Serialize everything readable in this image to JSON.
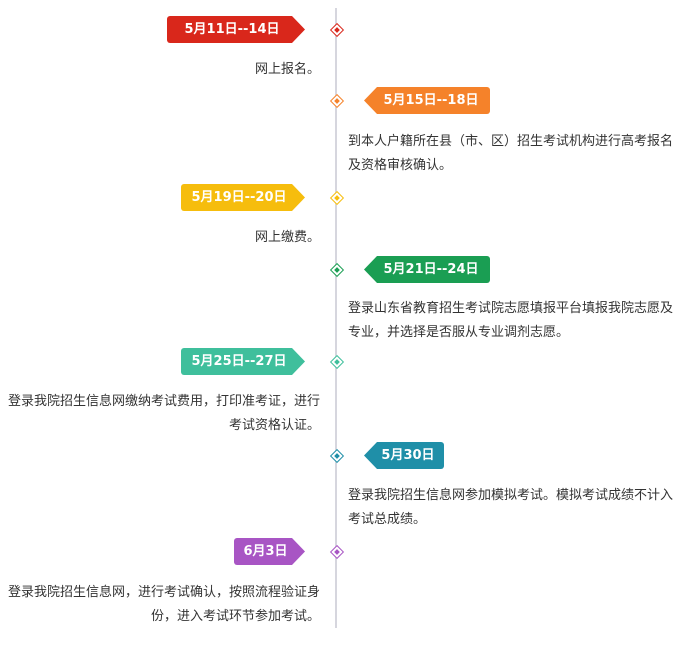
{
  "timeline": {
    "events": [
      {
        "date": "5月11日--14日",
        "text": "网上报名。",
        "color": "#d9271b"
      },
      {
        "date": "5月15日--18日",
        "text": "到本人户籍所在县（市、区）招生考试机构进行高考报名及资格审核确认。",
        "color": "#f5822a"
      },
      {
        "date": "5月19日--20日",
        "text": "网上缴费。",
        "color": "#f6bd0d"
      },
      {
        "date": "5月21日--24日",
        "text": "登录山东省教育招生考试院志愿填报平台填报我院志愿及专业，并选择是否服从专业调剂志愿。",
        "color": "#1a9e53"
      },
      {
        "date": "5月25日--27日",
        "text": "登录我院招生信息网缴纳考试费用，打印准考证，进行考试资格认证。",
        "color": "#3fbf9c"
      },
      {
        "date": "5月30日",
        "text": "登录我院招生信息网参加模拟考试。模拟考试成绩不计入考试总成绩。",
        "color": "#1f8fa8"
      },
      {
        "date": "6月3日",
        "text": "登录我院招生信息网，进行考试确认，按照流程验证身份，进入考试环节参加考试。",
        "color": "#a855c4"
      }
    ]
  }
}
